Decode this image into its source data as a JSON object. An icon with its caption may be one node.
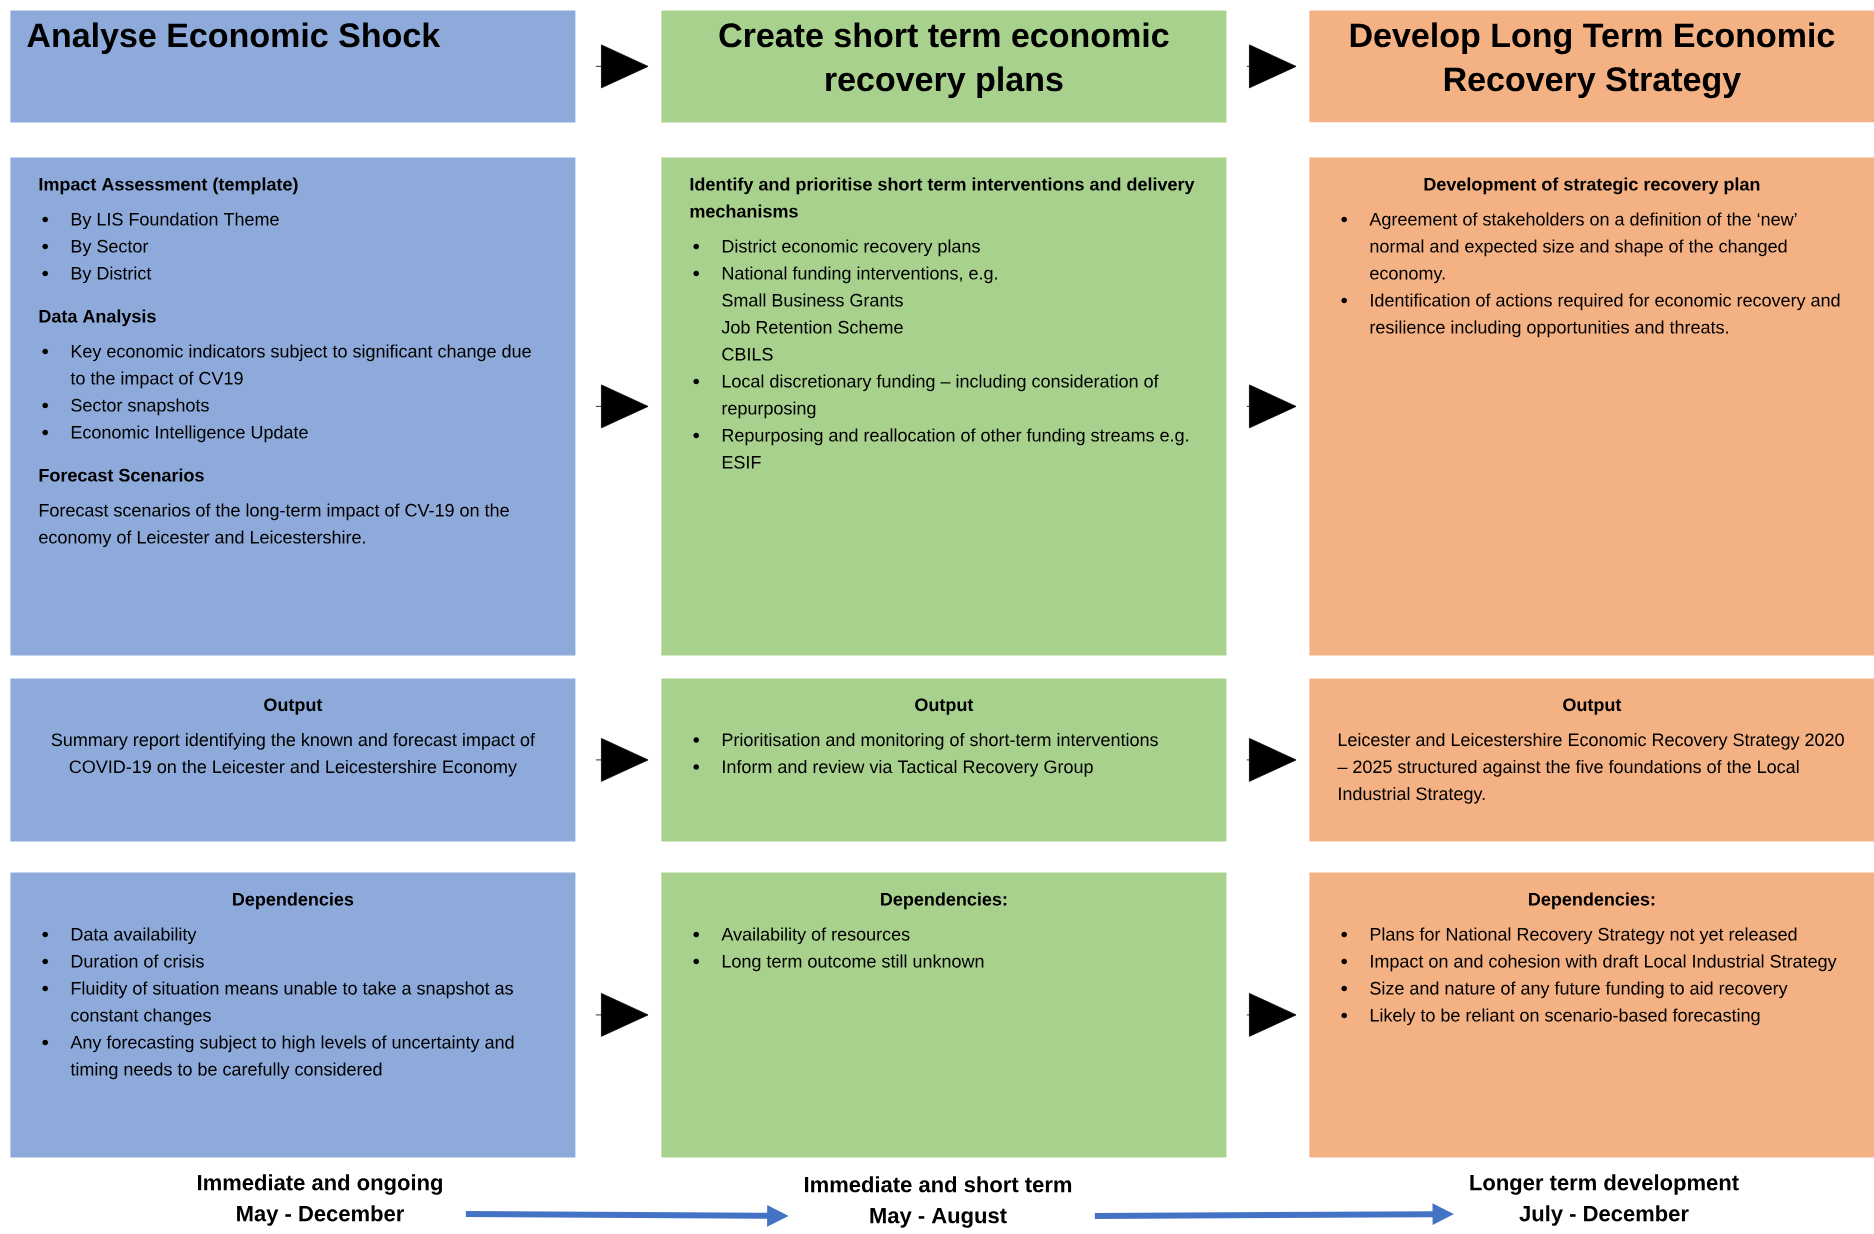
{
  "diagram": {
    "nodes": [
      {
        "text": [
          "Analyse Economic Shock"
        ]
      },
      {
        "text": [
          "Create short term economic recovery plans"
        ]
      },
      {
        "text": [
          "Develop Long Term Economic Recovery Strategy"
        ]
      },
      {
        "text": [
          "Impact Assessment (template)",
          "By LIS Foundation Theme",
          "By Sector",
          "By District",
          "Data Analysis",
          "Key economic indicators subject to significant change due to the impact of CV19",
          "Sector snapshots",
          "Economic Intelligence Update",
          "Forecast Scenarios",
          "Forecast scenarios of the long-term impact of CV-19 on the economy of Leicester and Leicestershire."
        ]
      },
      {
        "text": [
          "Identify and prioritise short term interventions and delivery mechanisms",
          "District economic recovery plans",
          "National funding interventions, e.g.",
          "Small Business Grants",
          "Job Retention Scheme",
          "CBILS",
          "Local discretionary funding – including consideration of repurposing",
          "Repurposing and reallocation of other funding streams e.g. ESIF"
        ]
      },
      {
        "text": [
          "Development of strategic recovery plan",
          "Agreement of stakeholders on a definition of the ‘new’ normal and expected size and shape of the changed economy.",
          "Identification of actions required for economic recovery and resilience including opportunities and threats."
        ]
      },
      {
        "text": [
          "Output",
          "Summary report identifying the known and forecast impact of COVID-19 on the Leicester and Leicestershire Economy"
        ]
      },
      {
        "text": [
          "Output",
          "Prioritisation and monitoring of short-term interventions",
          "Inform and review via Tactical Recovery Group"
        ]
      },
      {
        "text": [
          "Output",
          "Leicester and Leicestershire Economic Recovery Strategy 2020 – 2025 structured against the five foundations of the Local Industrial Strategy."
        ]
      },
      {
        "text": [
          "Dependencies",
          "Data availability",
          "Duration of crisis",
          "Fluidity of situation means unable to take a snapshot as constant changes",
          "Any forecasting subject to high levels of uncertainty and timing needs to be carefully considered"
        ]
      },
      {
        "text": [
          "Dependencies:",
          "Availability of resources",
          "Long term outcome still unknown"
        ]
      },
      {
        "text": [
          "Dependencies:",
          "Plans for National Recovery Strategy not yet released",
          "Impact on and cohesion with draft Local Industrial Strategy",
          "Size and nature of any future funding to aid recovery",
          "Likely to be reliant on scenario-based forecasting"
        ]
      },
      {
        "text": [
          "Immediate and ongoing",
          "May - December"
        ]
      },
      {
        "text": [
          "Immediate and short term",
          "May - August"
        ]
      },
      {
        "text": [
          "Longer term development",
          "July - December"
        ]
      }
    ],
    "edges": [
      {
        "from": 0,
        "to": 1,
        "arrow": "to"
      },
      {
        "from": 1,
        "to": 2,
        "arrow": "to"
      },
      {
        "from": 3,
        "to": 4,
        "arrow": "to"
      },
      {
        "from": 4,
        "to": 5,
        "arrow": "to"
      },
      {
        "from": 6,
        "to": 7,
        "arrow": "to"
      },
      {
        "from": 7,
        "to": 8,
        "arrow": "to"
      },
      {
        "from": 9,
        "to": 10,
        "arrow": "to"
      },
      {
        "from": 10,
        "to": 11,
        "arrow": "to"
      },
      {
        "from": 12,
        "to": 13,
        "arrow": "to",
        "style": "thick",
        "color": "#4472c4"
      },
      {
        "from": 13,
        "to": 14,
        "arrow": "to",
        "style": "thick",
        "color": "#4472c4"
      }
    ]
  }
}
